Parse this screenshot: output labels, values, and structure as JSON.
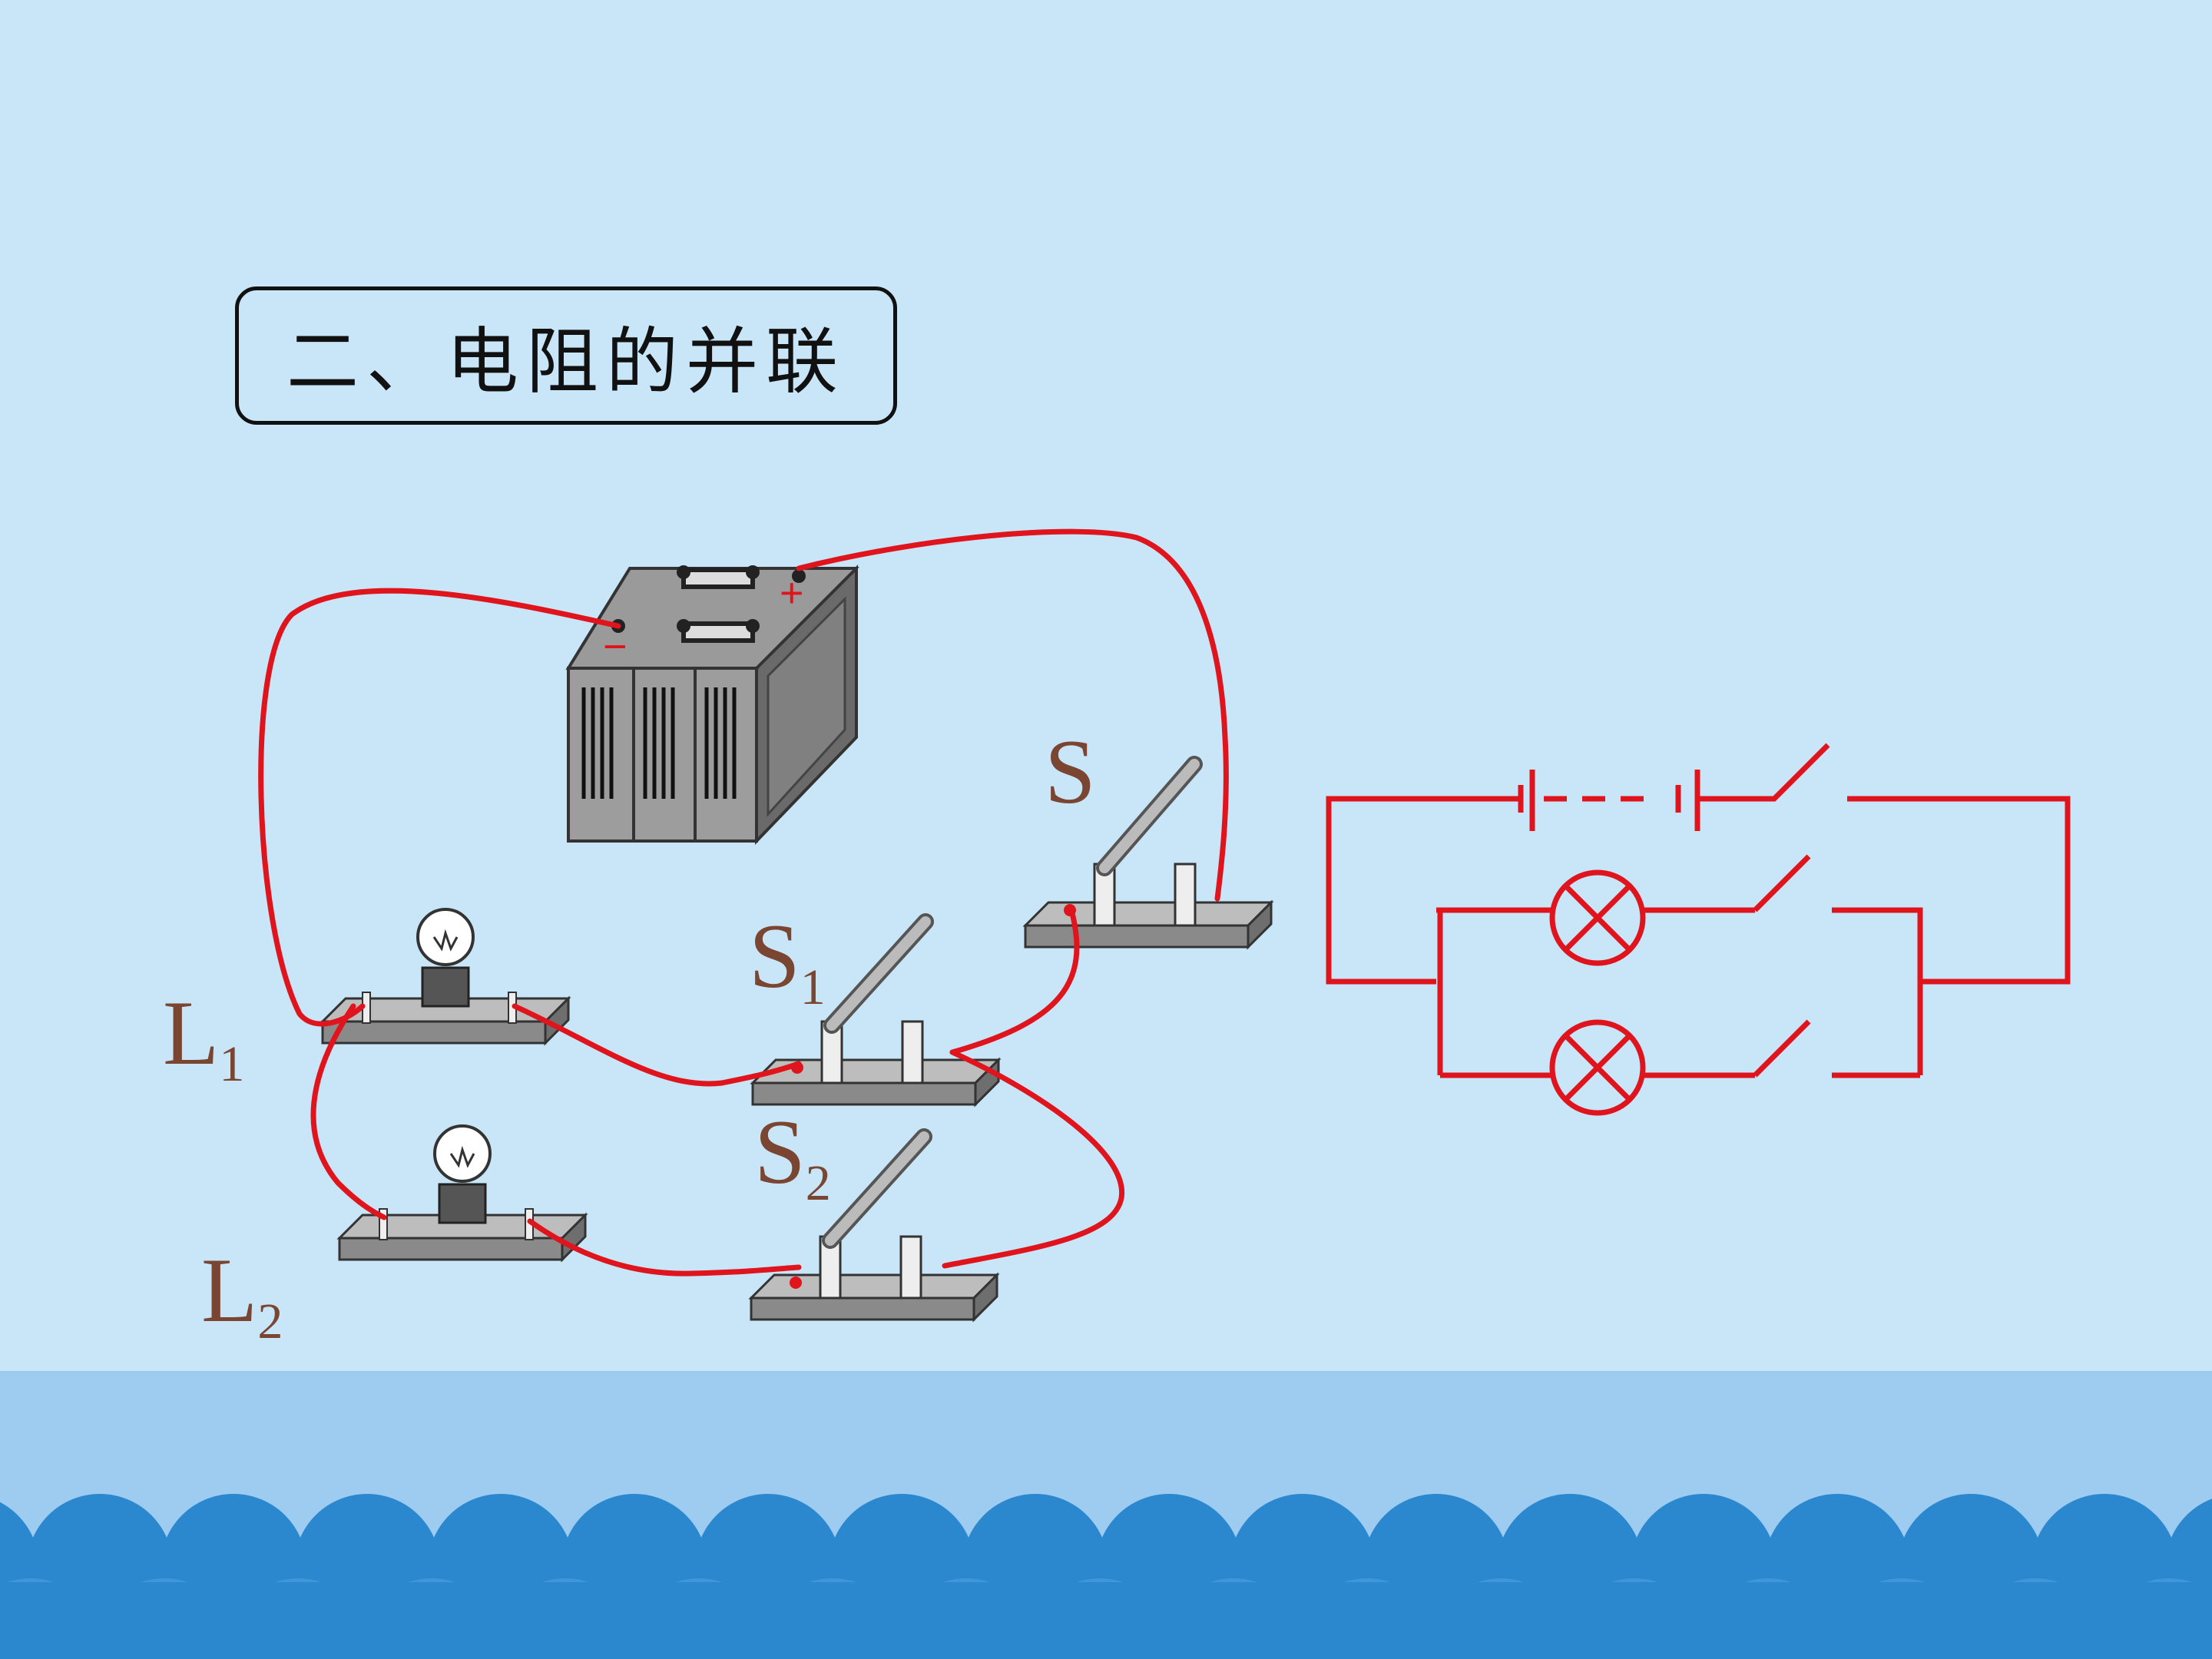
{
  "title": "二、电阻的并联",
  "labels": {
    "s": "S",
    "s1": {
      "main": "S",
      "sub": "1"
    },
    "s2": {
      "main": "S",
      "sub": "2"
    },
    "l1": {
      "main": "L",
      "sub": "1"
    },
    "l2": {
      "main": "L",
      "sub": "2"
    }
  },
  "battery": {
    "plus": "+",
    "minus": "−"
  },
  "colors": {
    "background": "#c8e6f8",
    "wire": "#e0141c",
    "label": "#7a4632",
    "wave_light": "#9ecbf0",
    "wave_dark": "#2b88cf"
  }
}
